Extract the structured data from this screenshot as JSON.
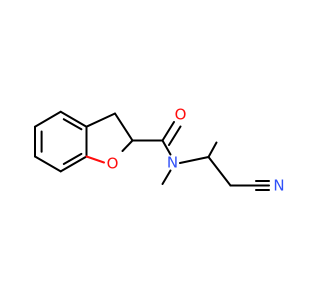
{
  "molecule": {
    "atoms": {
      "carbonyl_o": {
        "symbol": "O",
        "color": "#ff0d0d"
      },
      "ring_o": {
        "symbol": "O",
        "color": "#ff0d0d"
      },
      "amide_n": {
        "symbol": "N",
        "color": "#3050f8"
      },
      "nitrile_n": {
        "symbol": "N",
        "color": "#3050f8"
      }
    },
    "bond_color": "#000000"
  }
}
